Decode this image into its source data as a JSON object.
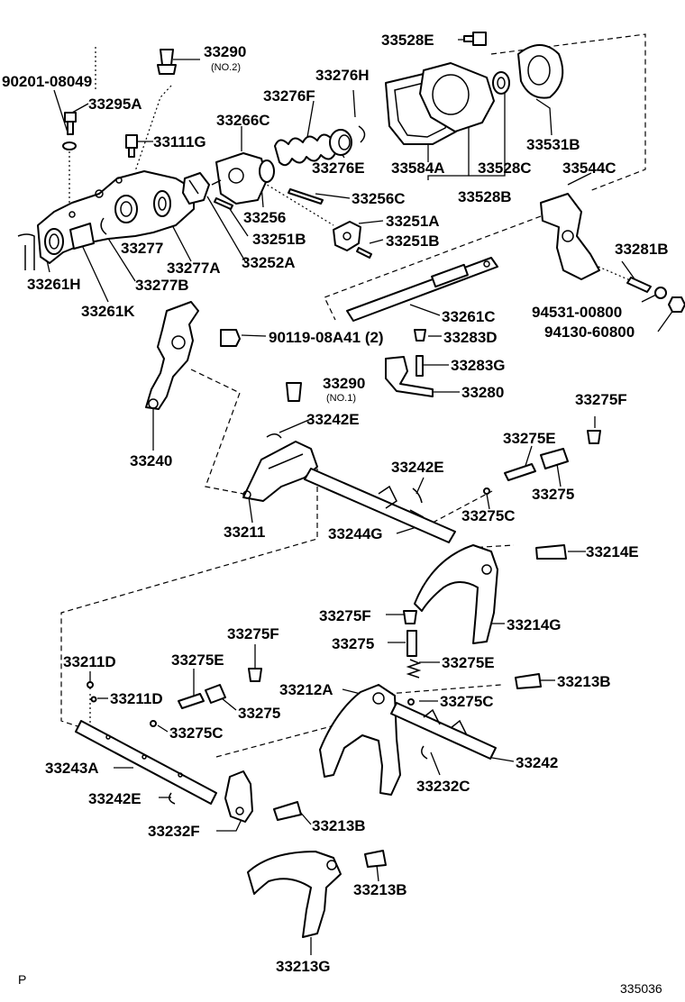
{
  "labels": {
    "p33290_2": "33290",
    "p33290_2_note": "(NO.2)",
    "p90201": "90201-08049",
    "p33295a": "33295A",
    "p33111g": "33111G",
    "p33276h": "33276H",
    "p33276f": "33276F",
    "p33266c": "33266C",
    "p33276e": "33276E",
    "p33256c": "33256C",
    "p33256": "33256",
    "p33251b_1": "33251B",
    "p33251a": "33251A",
    "p33251b_2": "33251B",
    "p33277": "33277",
    "p33277a": "33277A",
    "p33252a": "33252A",
    "p33277b": "33277B",
    "p33261h": "33261H",
    "p33261k": "33261K",
    "p33528e": "33528E",
    "p33531b": "33531B",
    "p33584a": "33584A",
    "p33528c": "33528C",
    "p33528b": "33528B",
    "p33544c": "33544C",
    "p33281b": "33281B",
    "p94531": "94531-00800",
    "p94130": "94130-60800",
    "p33261c": "33261C",
    "p33283d": "33283D",
    "p90119": "90119-08A41 (2)",
    "p33283g": "33283G",
    "p33290_1": "33290",
    "p33290_1_note": "(NO.1)",
    "p33280": "33280",
    "p33242e_1": "33242E",
    "p33275f_1": "33275F",
    "p33240": "33240",
    "p33275e_1": "33275E",
    "p33242e_2": "33242E",
    "p33275_1": "33275",
    "p33211": "33211",
    "p33244g": "33244G",
    "p33275c_1": "33275C",
    "p33214e": "33214E",
    "p33275f_2": "33275F",
    "p33214g": "33214G",
    "p33275_2": "33275",
    "p33275e_2": "33275E",
    "p33275f_3": "33275F",
    "p33211d_1": "33211D",
    "p33275e_3": "33275E",
    "p33212a": "33212A",
    "p33213b_1": "33213B",
    "p33211d_2": "33211D",
    "p33275_3": "33275",
    "p33275c_2": "33275C",
    "p33275c_3": "33275C",
    "p33243a": "33243A",
    "p33242": "33242",
    "p33242e_3": "33242E",
    "p33232c": "33232C",
    "p33213b_2": "33213B",
    "p33232f": "33232F",
    "p33213b_3": "33213B",
    "p33213g": "33213G"
  },
  "footer": {
    "page_mark": "P",
    "drawing_number": "335036"
  }
}
